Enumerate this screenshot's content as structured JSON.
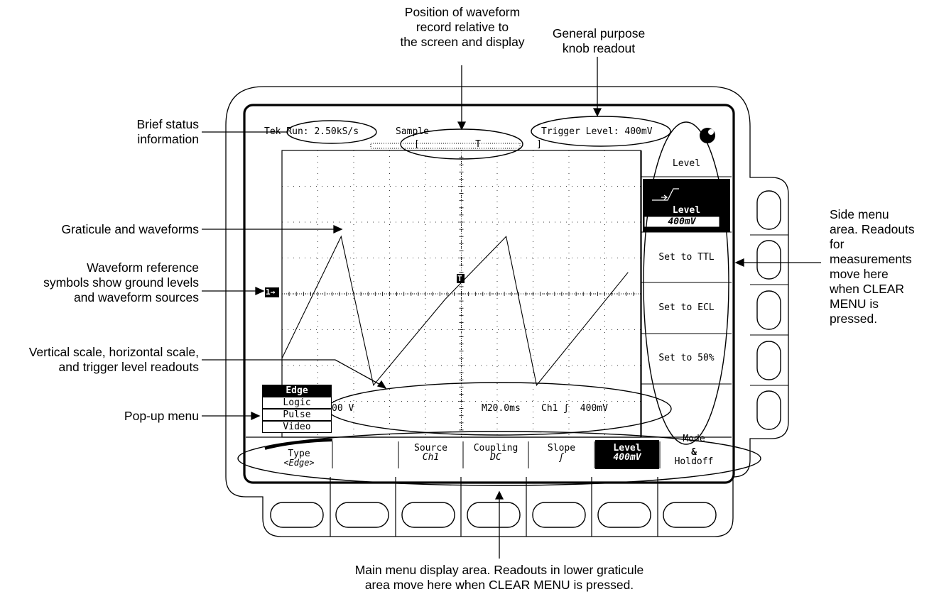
{
  "callouts": {
    "position": [
      "Position of waveform",
      "record relative to",
      "the screen and display"
    ],
    "knob": [
      "General purpose",
      "knob readout"
    ],
    "brief_status": [
      "Brief status",
      "information"
    ],
    "graticule": [
      "Graticule and waveforms"
    ],
    "wf_ref": [
      "Waveform reference",
      "symbols show ground levels",
      "and waveform sources"
    ],
    "scale": [
      "Vertical scale, horizontal scale,",
      "and trigger level readouts"
    ],
    "popup": [
      "Pop-up menu"
    ],
    "side_menu": [
      "Side menu",
      "area. Readouts",
      "for",
      "measurements",
      "move here",
      "when CLEAR",
      "MENU is",
      "pressed."
    ],
    "main_menu": [
      "Main menu display area. Readouts in lower graticule",
      "area move here when CLEAR MENU is pressed."
    ]
  },
  "screen": {
    "status_run": "Tek Run: 2.50kS/s",
    "status_acq": "Sample",
    "record_bracket": "[          T          ]",
    "trigger_readout": "Trigger Level: 400mV",
    "ch1_marker": "1→",
    "trigger_marker": "T",
    "bottom_readout": {
      "vertical": "00 V",
      "horizontal": "M20.0ms",
      "trigger": "Ch1 ʃ  400mV"
    }
  },
  "side_menu": {
    "title": "Level",
    "items": [
      {
        "label": "Level",
        "value": "400mV",
        "selected": true
      },
      {
        "label": "Set to TTL"
      },
      {
        "label": "Set to ECL"
      },
      {
        "label": "Set to 50%"
      }
    ]
  },
  "popup_menu": {
    "items": [
      "Edge",
      "Logic",
      "Pulse",
      "Video"
    ],
    "selected": "Edge"
  },
  "main_menu": {
    "items": [
      {
        "label": "Type",
        "value": "<Edge>"
      },
      {
        "label": "",
        "value": ""
      },
      {
        "label": "Source",
        "value": "Ch1"
      },
      {
        "label": "Coupling",
        "value": "DC"
      },
      {
        "label": "Slope",
        "value": "ʃ"
      },
      {
        "label": "Level",
        "value": "400mV",
        "selected": true
      },
      {
        "label": "Mode",
        "value": "&",
        "extra": "Holdoff"
      }
    ]
  },
  "waveform": {
    "type": "sawtooth",
    "points_div": [
      [
        0,
        -1.8
      ],
      [
        1.65,
        1.6
      ],
      [
        2.55,
        -2.55
      ],
      [
        4.55,
        -0.15
      ],
      [
        6.25,
        1.6
      ],
      [
        7.1,
        -2.55
      ],
      [
        9.65,
        0.6
      ]
    ]
  }
}
